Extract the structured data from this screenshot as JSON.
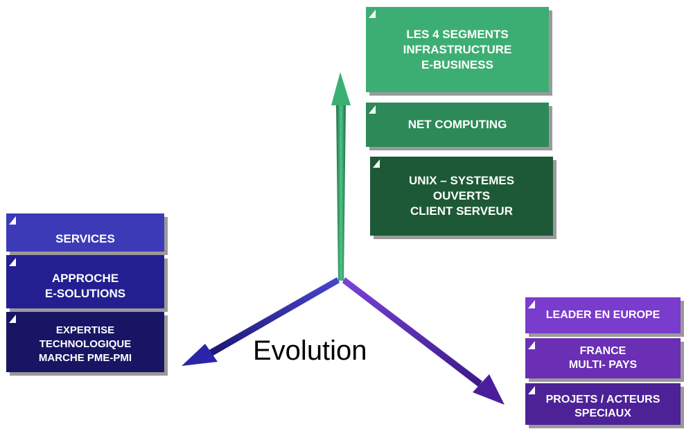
{
  "center_label": "Evolution",
  "colors": {
    "green_light": "#3dae73",
    "green_mid": "#2d8a58",
    "green_dark": "#1d5936",
    "blue_light": "#3d3ab8",
    "blue_mid": "#231f90",
    "blue_dark": "#191565",
    "purple_light": "#7a3ccc",
    "purple_mid": "#6a2fb4",
    "purple_dark": "#4d2296",
    "arrow_green": "#2e9a63",
    "arrow_blue": "#2a25a8",
    "arrow_purple": "#5a28b0"
  },
  "green_axis": {
    "boxes": [
      {
        "label": "LES 4 SEGMENTS\nINFRASTRUCTURE\nE-BUSINESS"
      },
      {
        "label": "NET COMPUTING"
      },
      {
        "label": "UNIX – SYSTEMES\nOUVERTS\nCLIENT SERVEUR"
      }
    ]
  },
  "blue_axis": {
    "boxes": [
      {
        "label": "SERVICES"
      },
      {
        "label": "APPROCHE\nE-SOLUTIONS"
      },
      {
        "label": "EXPERTISE\nTECHNOLOGIQUE\nMARCHE PME-PMI"
      }
    ]
  },
  "purple_axis": {
    "boxes": [
      {
        "label": "LEADER EN EUROPE"
      },
      {
        "label": "FRANCE\nMULTI- PAYS"
      },
      {
        "label": "PROJETS / ACTEURS\nSPECIAUX"
      }
    ]
  }
}
